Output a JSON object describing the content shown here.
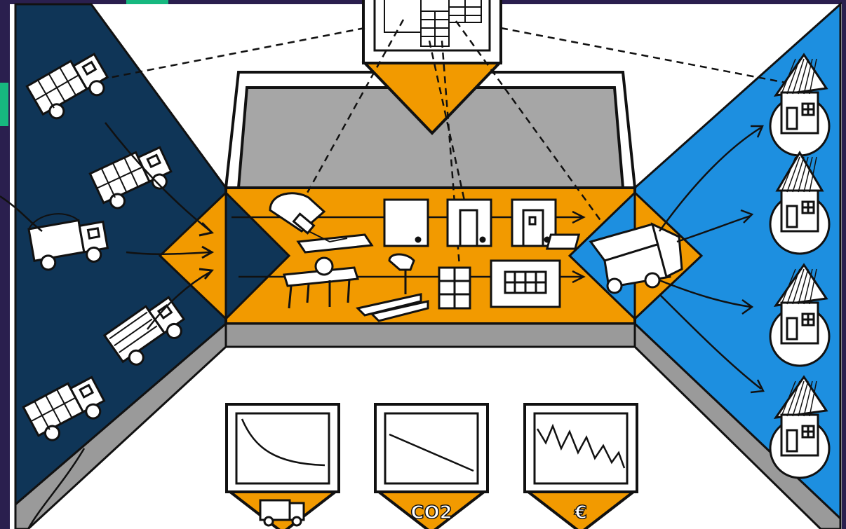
{
  "colors": {
    "frame": "#2a1f4e",
    "accent_green": "#17b87f",
    "supply_panel": "#0f3557",
    "factory_orange": "#f29a00",
    "delivery_panel": "#1d8fe0",
    "screen_gray": "#a6a6a6",
    "floor": "#ffffff",
    "ink": "#111111"
  },
  "supply_trucks": [
    {
      "cargo": "solar-panels",
      "icon": "truck-solar-icon"
    },
    {
      "cargo": "sacks",
      "icon": "truck-sacks-icon"
    },
    {
      "cargo": "sand",
      "icon": "truck-sand-icon"
    },
    {
      "cargo": "logs",
      "icon": "truck-logs-icon"
    },
    {
      "cargo": "panels",
      "icon": "truck-panels-icon"
    }
  ],
  "factory_row1": [
    "pouring-icon",
    "wall-panel-icon",
    "wall-opening-icon",
    "wall-door-icon"
  ],
  "factory_row2": [
    "saw-table-icon",
    "drill-icon",
    "window-grid-icon",
    "window-panel-icon"
  ],
  "houses": [
    "house-icon",
    "tower-house-icon",
    "house-icon",
    "house-icon"
  ],
  "monitors": [
    {
      "icon": "truck-icon",
      "chart": "decreasing-curve",
      "label": ""
    },
    {
      "icon": "co2-icon",
      "chart": "declining-line",
      "label": "CO2"
    },
    {
      "icon": "euro-icon",
      "chart": "fluctuating-decline",
      "label": "€"
    }
  ]
}
